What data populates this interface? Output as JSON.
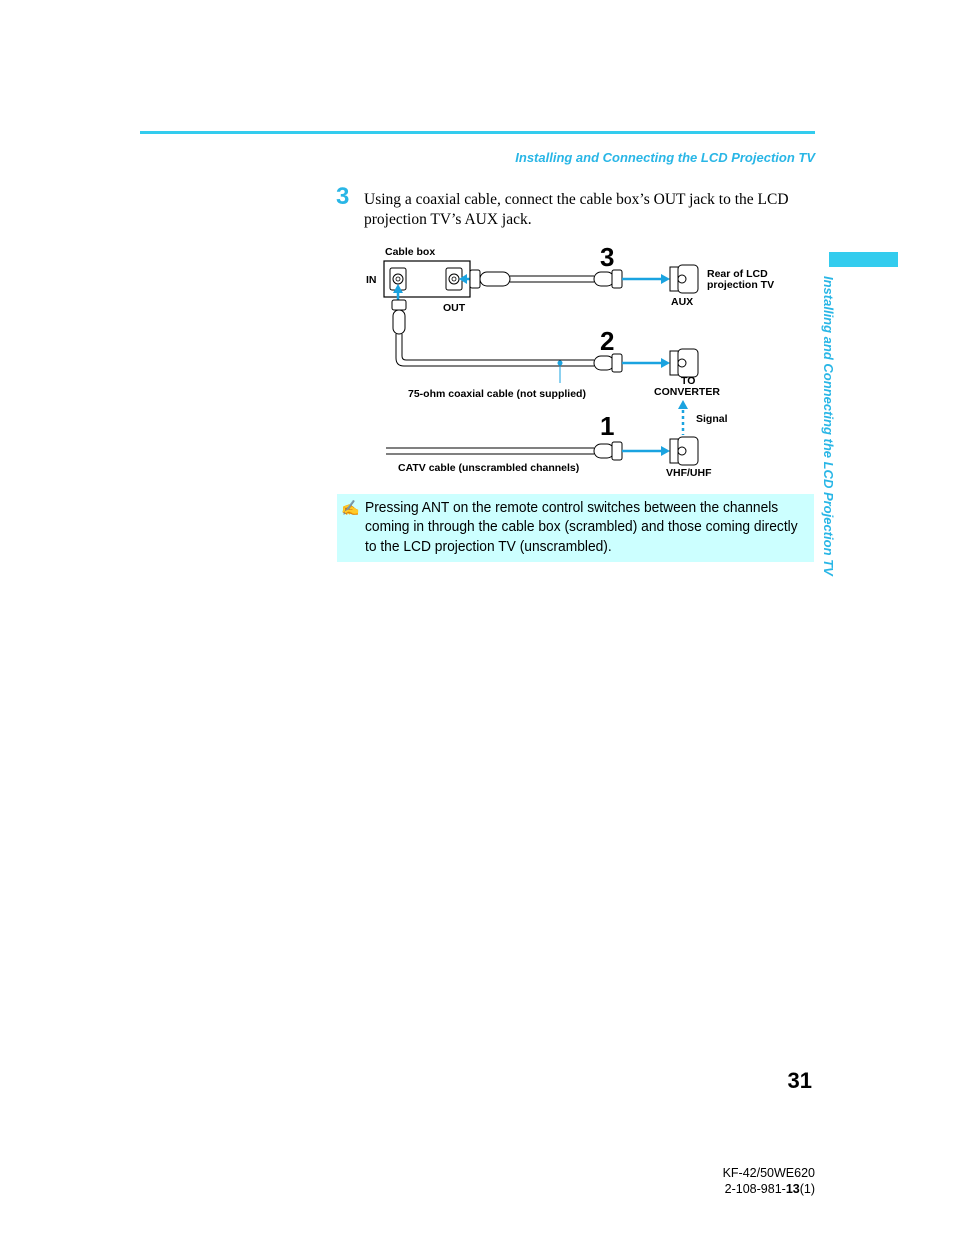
{
  "header": {
    "title": "Installing and Connecting the LCD Projection TV"
  },
  "side_tab": {
    "text": "Installing and Connecting the LCD Projection TV"
  },
  "step": {
    "number": "3",
    "text": "Using a coaxial cable, connect the cable box’s OUT jack to the LCD projection TV’s AUX jack."
  },
  "diagram": {
    "cable_box_label": "Cable box",
    "in_label": "IN",
    "out_label": "OUT",
    "step_3": "3",
    "step_2": "2",
    "step_1": "1",
    "rear_line1": "Rear of LCD",
    "rear_line2": "projection TV",
    "aux_label": "AUX",
    "to_label": "TO",
    "converter_label": "CONVERTER",
    "coax_label": "75-ohm coaxial cable (not supplied)",
    "signal_label": "Signal",
    "catv_label": "CATV cable (unscrambled channels)",
    "vhf_label": "VHF/UHF"
  },
  "note": {
    "icon": "note-pencil-icon",
    "text": "Pressing ANT on the remote control switches between the channels coming in through the cable box (scrambled) and those coming directly to the LCD projection TV (unscrambled)."
  },
  "page_number": "31",
  "footer": {
    "model": "KF-42/50WE620",
    "code_prefix": "2-108-981-",
    "code_bold": "13",
    "code_suffix": "(1)"
  },
  "colors": {
    "accent": "#33ccee",
    "note_bg": "#ccffff",
    "arrow": "#1aa3e0"
  }
}
